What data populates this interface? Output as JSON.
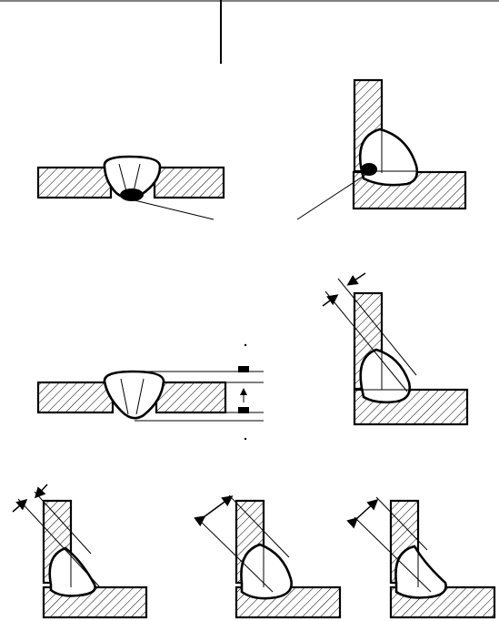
{
  "figure": {
    "kind": "welding-diagrams",
    "panels": [
      {
        "id": "butt-weld-root-defect",
        "note": ""
      },
      {
        "id": "fillet-weld-root-defect",
        "note": ""
      },
      {
        "id": "butt-weld-reinforcement",
        "note": ""
      },
      {
        "id": "fillet-weld-throat",
        "note": ""
      },
      {
        "id": "fillet-weld-concave",
        "note": ""
      },
      {
        "id": "fillet-weld-convex",
        "note": ""
      },
      {
        "id": "fillet-weld-undercut",
        "note": ""
      }
    ],
    "colors": {
      "ink": "#000000",
      "background": "#ffffff"
    }
  }
}
